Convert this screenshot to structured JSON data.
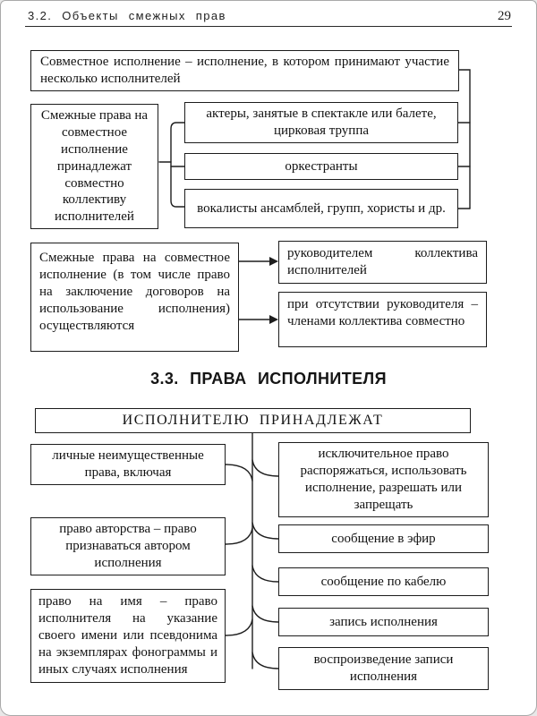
{
  "header": {
    "title": "3.2. Объекты смежных прав",
    "page_number": "29"
  },
  "section1": {
    "definition": "Совместное исполнение – исполнение, в котором принимают участие несколько исполнителей",
    "left_box": "Смежные права на совместное исполнение принадлежат совместно коллективу исполнителей",
    "items": [
      "актеры, занятые в спектакле или балете, цирковая труппа",
      "оркестранты",
      "вокалисты ансамблей, групп, хористы и др."
    ]
  },
  "section2": {
    "left_box": "Смежные права на совместное исполнение (в том числе право на заключение договоров на использование исполнения) осуществляются",
    "items": [
      "руководителем коллектива исполнителей",
      "при отсутствии руководителя – членами коллектива совместно"
    ]
  },
  "section3": {
    "title": "3.3. ПРАВА ИСПОЛНИТЕЛЯ",
    "header_box": "ИСПОЛНИТЕЛЮ ПРИНАДЛЕЖАТ",
    "left_items": [
      "личные неимущественные права, включая",
      "право авторства – право признаваться автором исполнения",
      "право на имя – право исполнителя на указание своего имени или псевдонима на экземплярах фонограммы и иных случаях исполнения"
    ],
    "right_items": [
      "исключительное право распоряжаться, использовать исполнение, разрешать или запрещать",
      "сообщение в эфир",
      "сообщение по кабелю",
      "запись исполнения",
      "воспроизведение записи исполнения"
    ]
  }
}
